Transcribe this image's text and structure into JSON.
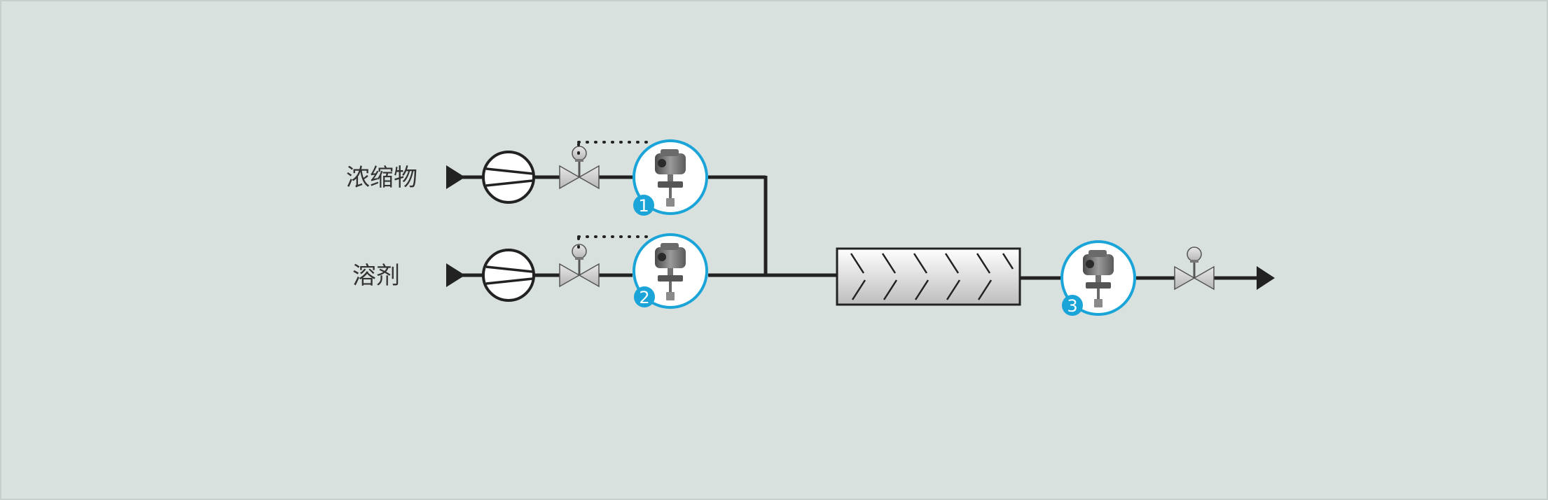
{
  "colors": {
    "background": "#d9e1df",
    "frame": "#c7cfcd",
    "pipe": "#222222",
    "sensor_ring": "#1aa4d8",
    "badge": "#1aa4d8",
    "valve_fill": "#d0d0d0"
  },
  "lines": [
    {
      "label": "浓缩物",
      "sensor_number": "1"
    },
    {
      "label": "溶剂",
      "sensor_number": "2"
    }
  ],
  "outlet": {
    "sensor_number": "3"
  },
  "icons": {
    "inlet": "arrow-right-triangle-icon",
    "pump": "pump-icon",
    "valve": "control-valve-icon",
    "sensor": "density-meter-icon",
    "mixer": "static-mixer-icon",
    "outlet": "arrow-right-triangle-icon"
  }
}
